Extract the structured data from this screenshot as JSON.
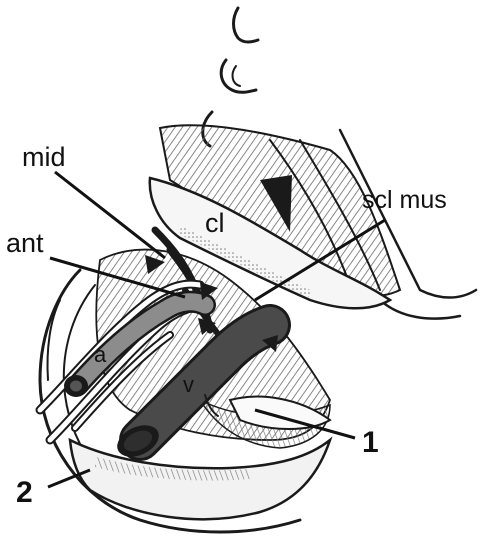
{
  "figure": {
    "labels": {
      "mid": "mid",
      "ant": "ant",
      "cl": "cl",
      "scl_mus": "scl mus",
      "a": "a",
      "v": "v",
      "one": "1",
      "two": "2"
    },
    "colors": {
      "ink": "#1a1a1a",
      "muscle_shade": "#8a8a8a",
      "vein_fill": "#4a4a4a",
      "background": "#ffffff"
    }
  }
}
